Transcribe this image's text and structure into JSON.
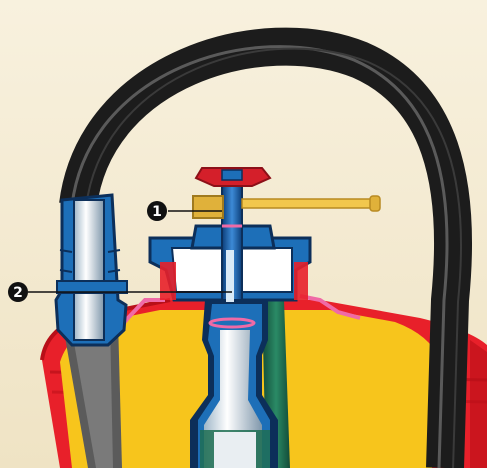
{
  "callouts": [
    {
      "id": "1",
      "label": "1"
    },
    {
      "id": "2",
      "label": "2"
    }
  ],
  "colors": {
    "background": "#f4ecd8",
    "cylinder_red": "#e8202a",
    "cylinder_dark_red": "#b80f18",
    "powder_yellow": "#f7c51c",
    "valve_blue": "#1d6fb8",
    "valve_dark": "#0c2f5a",
    "hose_black": "#1c1c1c",
    "siphon_green": "#1f6e52",
    "pin_brass": "#e0b13a",
    "gasket_pink": "#f06aa6",
    "handle_red": "#d41f2a"
  }
}
